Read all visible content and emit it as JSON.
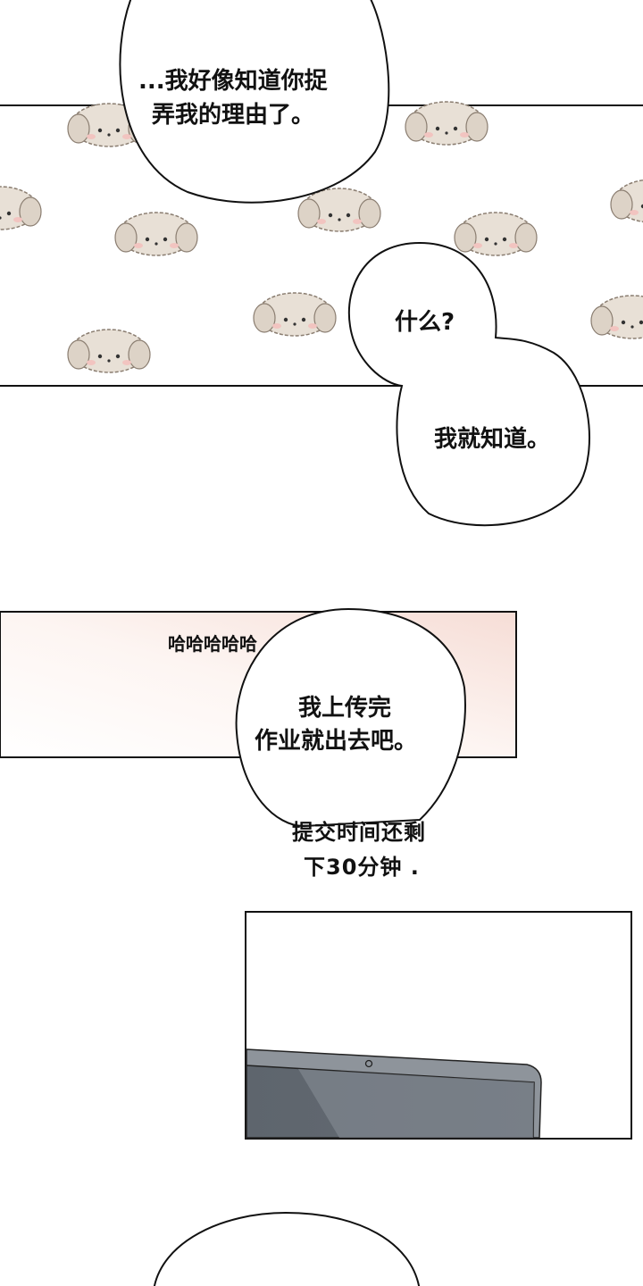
{
  "bubbles": {
    "b1_line1": "...我好像知道你捉",
    "b1_line2": "弄我的理由了。",
    "b2": "什么?",
    "b3": "我就知道。",
    "b4_line1": "我上传完",
    "b4_line2": "作业就出去吧。"
  },
  "sfx": {
    "laugh": "哈哈哈哈哈"
  },
  "caption": {
    "line1": "提交时间还剩",
    "line2": "下30分钟 ."
  },
  "colors": {
    "line": "#111111",
    "puppy": "#e8e0d6",
    "blush": "#f2c4c0",
    "laptop": "#6c737c"
  }
}
